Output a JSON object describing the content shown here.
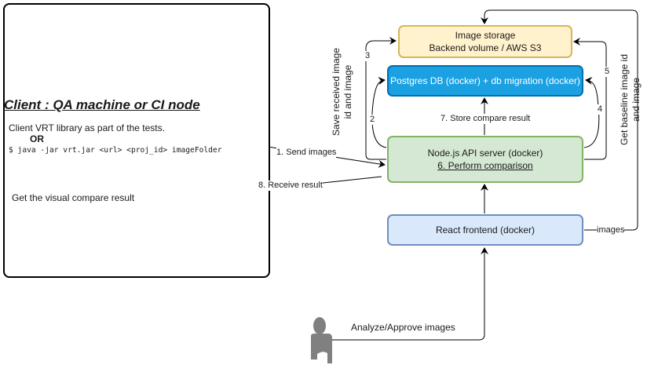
{
  "client": {
    "title": "Client : QA machine or CI node",
    "description": "Client VRT library as part of the tests.",
    "or_label": "OR",
    "command": "$ java -jar vrt.jar <url> <proj_id> imageFolder",
    "result_text": "Get the visual compare result"
  },
  "nodes": {
    "image_storage": {
      "line1": "Image storage",
      "line2": "Backend volume / AWS S3",
      "fill": "#fff2cc",
      "stroke": "#d6b656"
    },
    "postgres": {
      "label": "Postgres DB (docker) + db migration (docker)",
      "fill": "#1ba1e2",
      "stroke": "#006eaf"
    },
    "api_server": {
      "line1": "Node.js API server (docker)",
      "line2": "6. Perform comparison",
      "fill": "#d5e8d4",
      "stroke": "#82b366"
    },
    "react_frontend": {
      "label": "React frontend (docker)",
      "fill": "#dae8fc",
      "stroke": "#6c8ebf"
    }
  },
  "edges": {
    "send_images": "1. Send images",
    "receive_result": "8. Receive result",
    "step2": "2",
    "step3": "3",
    "step4": "4",
    "step5": "5",
    "store_compare": "7. Store compare result",
    "images": "images",
    "analyze": "Analyze/Approve images",
    "save_received": [
      "Save received image",
      "id and image"
    ],
    "get_baseline": [
      "Get baseline image id",
      "and image"
    ]
  },
  "actor": {
    "icon": "user-icon"
  }
}
